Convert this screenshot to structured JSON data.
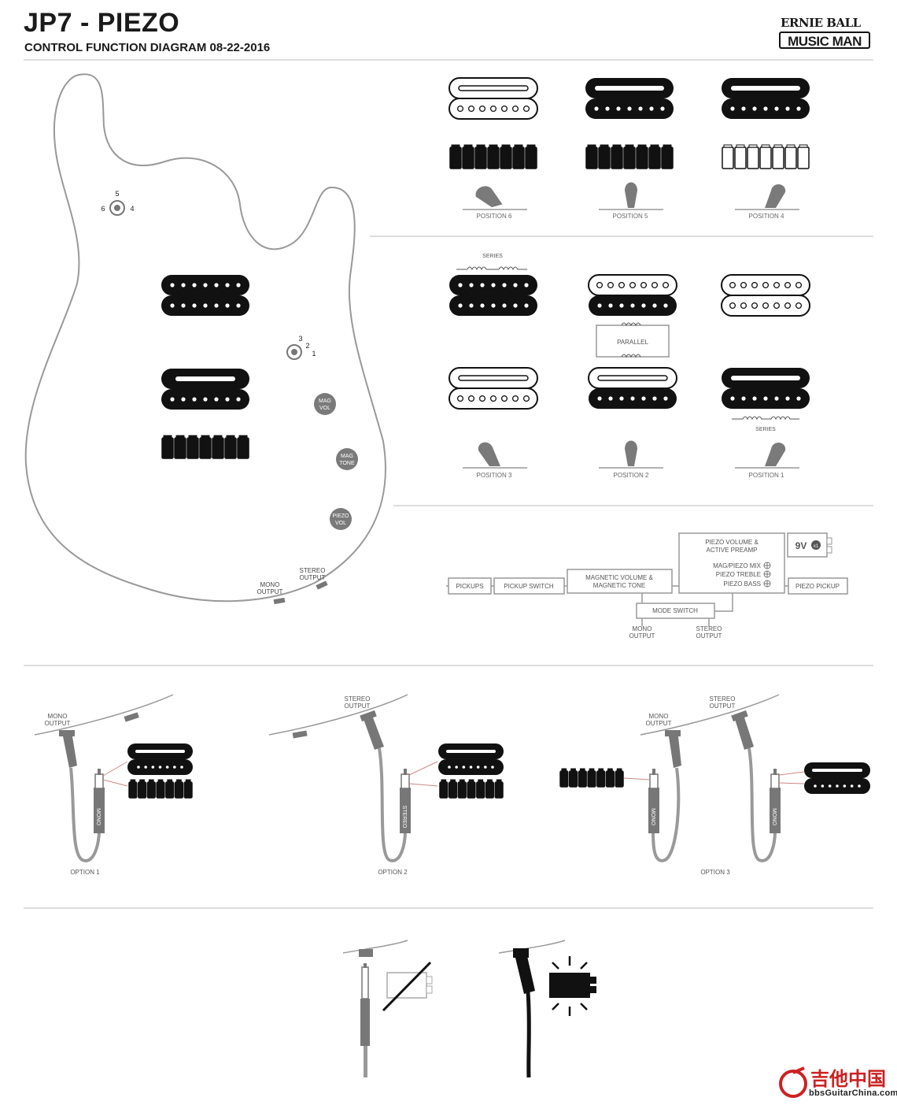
{
  "header": {
    "title": "JP7 - PIEZO",
    "subtitle": "CONTROL FUNCTION DIAGRAM 08-22-2016"
  },
  "logo": {
    "line1": "ERNIE BALL",
    "line2": "MUSIC MAN"
  },
  "body_labels": {
    "switch_upper": [
      "5",
      "6",
      "4"
    ],
    "switch_lower": [
      "3",
      "2",
      "1"
    ],
    "knob_mag_vol": [
      "MAG",
      "VOL"
    ],
    "knob_mag_tone": [
      "MAG",
      "TONE"
    ],
    "knob_piezo_vol": [
      "PIEZO",
      "VOL"
    ],
    "stereo_output": [
      "STEREO",
      "OUTPUT"
    ],
    "mono_output": [
      "MONO",
      "OUTPUT"
    ]
  },
  "positions_top": [
    "POSITION 6",
    "POSITION 5",
    "POSITION 4"
  ],
  "positions_bottom": [
    "POSITION 3",
    "POSITION 2",
    "POSITION 1"
  ],
  "wiring_labels": {
    "series": "SERIES",
    "parallel": "PARALLEL"
  },
  "signal_flow": {
    "pickups": "PICKUPS",
    "pickup_switch": "PICKUP SWITCH",
    "magnetic": [
      "MAGNETIC VOLUME &",
      "MAGNETIC TONE"
    ],
    "preamp": [
      "PIEZO VOLUME &",
      "ACTIVE PREAMP"
    ],
    "controls": [
      "MAG/PIEZO MIX",
      "PIEZO TREBLE",
      "PIEZO BASS"
    ],
    "battery": "9V",
    "battery_count": "x1",
    "piezo_pickup": "PIEZO PICKUP",
    "mode_switch": "MODE SWITCH",
    "mono_output": [
      "MONO",
      "OUTPUT"
    ],
    "stereo_output": [
      "STEREO",
      "OUTPUT"
    ]
  },
  "options": {
    "option1": "OPTION 1",
    "option2": "OPTION 2",
    "option3": "OPTION 3",
    "mono": "MONO",
    "stereo": "STEREO",
    "mono_output": [
      "MONO",
      "OUTPUT"
    ],
    "stereo_output": [
      "STEREO",
      "OUTPUT"
    ]
  },
  "watermark": {
    "cn": "吉他中国",
    "url": "bbsGuitarChina.com"
  },
  "colors": {
    "ink": "#111111",
    "gray": "#999999",
    "knob": "#7a7a7a",
    "accent": "#cc2222"
  }
}
